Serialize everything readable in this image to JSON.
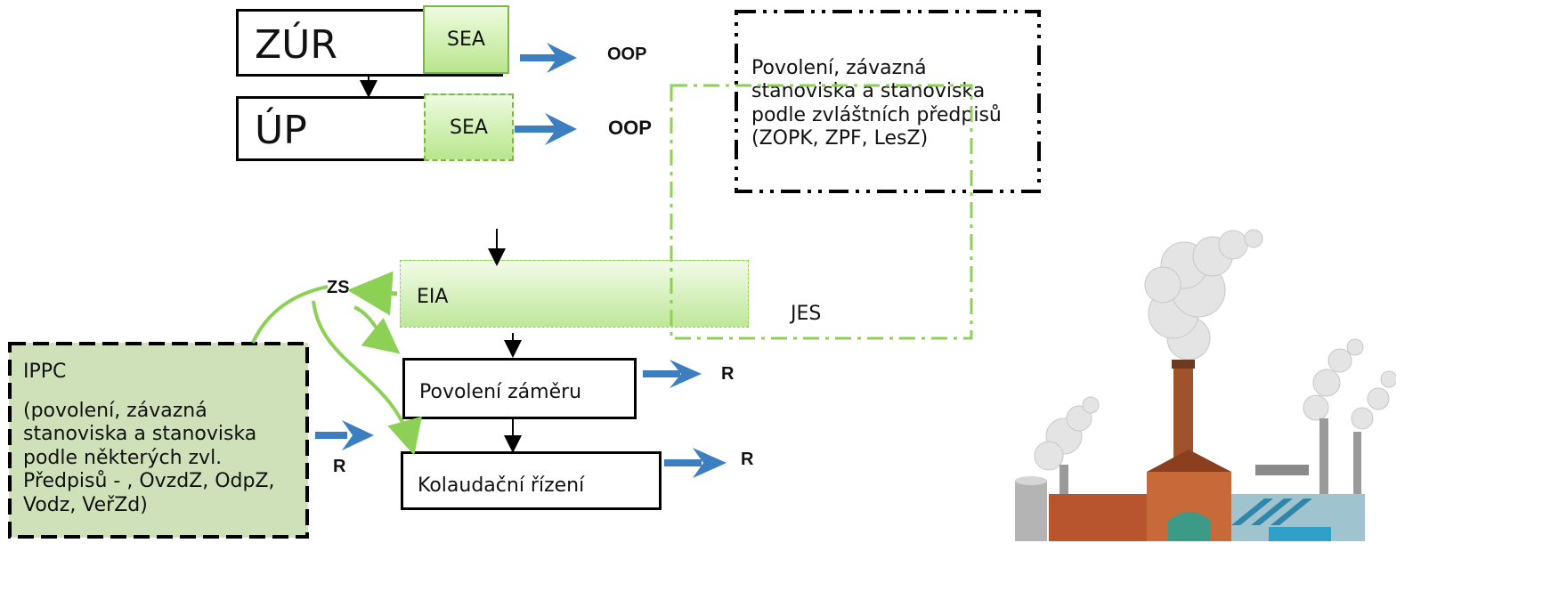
{
  "plan": {
    "zur_label": "ZÚR",
    "up_label": "ÚP",
    "sea_label": "SEA",
    "oop_label": "OOP"
  },
  "permits_box": {
    "text": "Povolení, závazná stanoviska a stanoviska podle zvláštních předpisů (ZOPK, ZPF, LesZ)"
  },
  "eia": {
    "label": "EIA",
    "zs_label": "ZS",
    "jes_label": "JES"
  },
  "ippc": {
    "title": "IPPC",
    "text": "(povolení, závazná stanoviska a stanoviska podle některých zvl. Předpisů - , OvzdZ, OdpZ, Vodz, VeřZd)"
  },
  "process": {
    "zamer_label": "Povolení záměru",
    "kolaudace_label": "Kolaudační řízení",
    "r_label": "R"
  },
  "colors": {
    "arrow_blue": "#3b7fc1",
    "green_line": "#8cd155",
    "ippc_fill": "#cfe1b8",
    "sea_fill": "#b8e68c"
  }
}
